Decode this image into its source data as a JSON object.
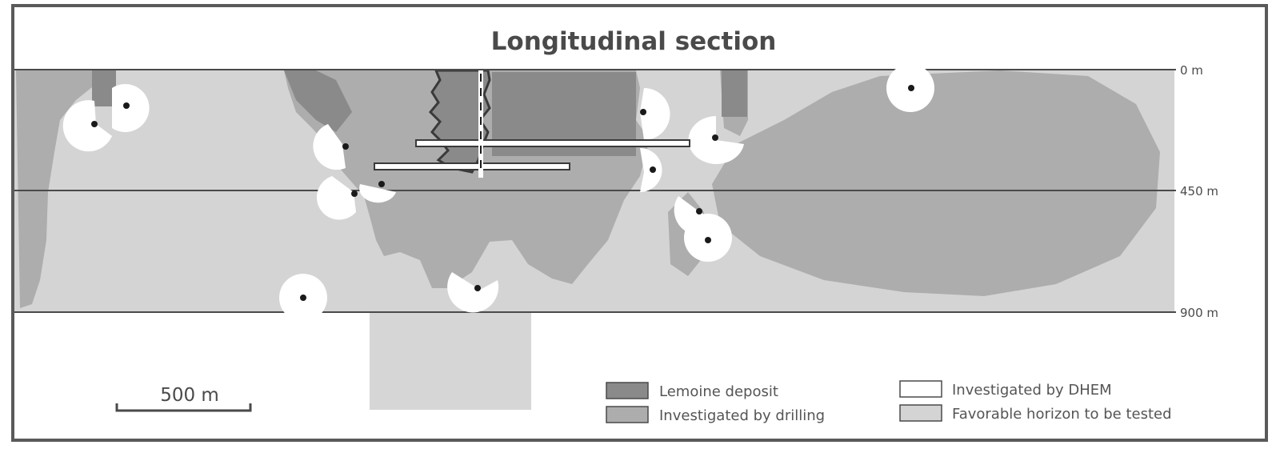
{
  "title": "Longitudinal section",
  "depth_labels": [
    "0 m",
    "450 m",
    "900 m"
  ],
  "scale_bar": {
    "label": "500 m"
  },
  "legend": [
    {
      "label": "Lemoine deposit",
      "color": "#8a8a8a"
    },
    {
      "label": "Investigated by drilling",
      "color": "#adadad"
    },
    {
      "label": "Investigated by DHEM",
      "color": "#ffffff"
    },
    {
      "label": "Favorable horizon to be tested",
      "color": "#d4d4d4"
    }
  ],
  "colors": {
    "frame": "#5a5a5a",
    "deposit": "#8a8a8a",
    "drilling": "#adadad",
    "favorable": "#d4d4d4",
    "dhem": "#ffffff",
    "drill_hole": "#1a1a1a"
  }
}
